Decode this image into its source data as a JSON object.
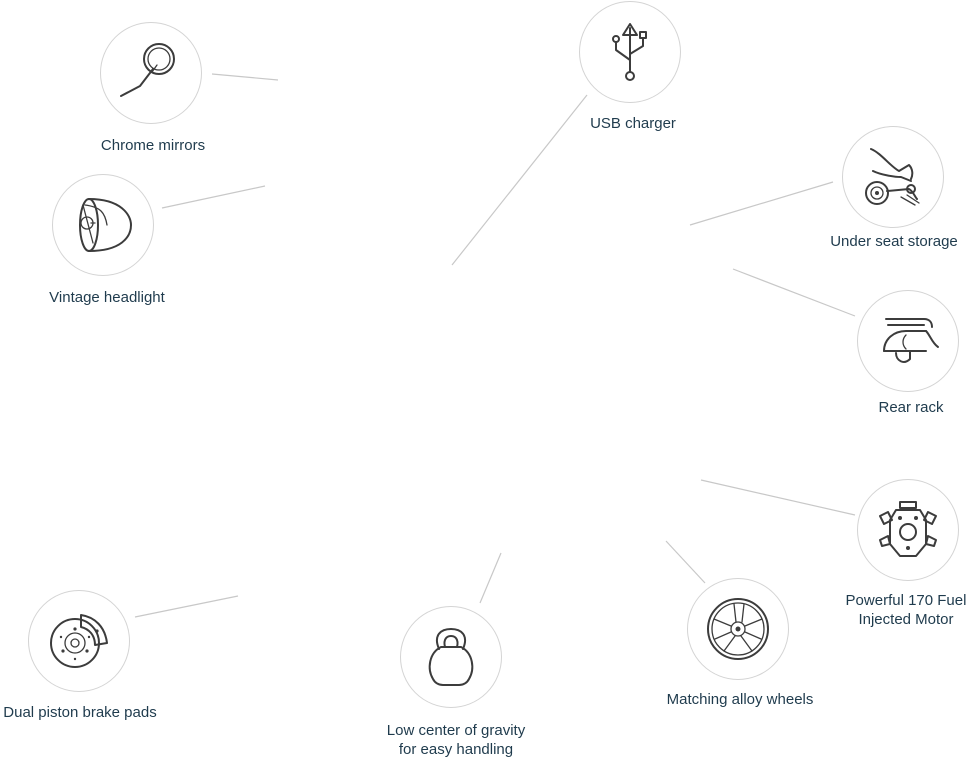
{
  "colors": {
    "label_text": "#1f3b4d",
    "circle_border": "#d4d4d4",
    "connector_line": "#c8c8c8",
    "icon_stroke": "#3c3c3c"
  },
  "features": [
    {
      "id": "chrome-mirrors",
      "label": "Chrome mirrors",
      "icon": "mirror-icon"
    },
    {
      "id": "usb-charger",
      "label": "USB charger",
      "icon": "usb-icon"
    },
    {
      "id": "vintage-headlight",
      "label": "Vintage headlight",
      "icon": "headlight-icon"
    },
    {
      "id": "under-seat-storage",
      "label": "Under seat storage",
      "icon": "scooter-storage-icon"
    },
    {
      "id": "rear-rack",
      "label": "Rear rack",
      "icon": "scooter-rack-icon"
    },
    {
      "id": "motor",
      "label_line1": "Powerful 170 Fuel",
      "label_line2": "Injected Motor",
      "icon": "engine-icon"
    },
    {
      "id": "alloy-wheels",
      "label": "Matching alloy wheels",
      "icon": "wheel-icon"
    },
    {
      "id": "center-gravity",
      "label_line1": "Low center of gravity",
      "label_line2": "for easy handling",
      "icon": "kettlebell-icon"
    },
    {
      "id": "brake-pads",
      "label": "Dual piston brake pads",
      "icon": "brake-disc-icon"
    }
  ]
}
